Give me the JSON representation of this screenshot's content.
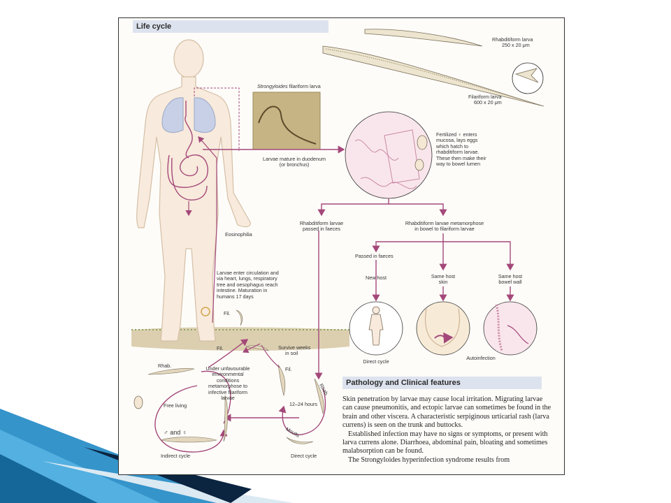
{
  "figure": {
    "section_life_cycle": "Life cycle",
    "section_pathology": "Pathology and Clinical features",
    "labels": {
      "rhabditiform_larva": "Rhabditiform larva",
      "rhabditiform_size": "250 x 20 μm",
      "filariform_larva": "Filariform larva",
      "filariform_size": "600 x 20 μm",
      "photo_caption_italic": "Strongyloides",
      "photo_caption_rest": " filariform larva",
      "larvae_mature_1": "Larvae mature in duodenum",
      "larvae_mature_2": "(or bronchus)",
      "fertilized_1": "Fertilized ♀ enters",
      "fertilized_2": "mucosa, lays eggs",
      "fertilized_3": "which hatch to",
      "fertilized_4": "rhabditiform larvae.",
      "fertilized_5": "These then make their",
      "fertilized_6": "way to bowel lumen",
      "rhab_passed_1": "Rhabditiform larvae",
      "rhab_passed_2": "passed in faeces",
      "rhab_meta_1": "Rhabditiform larvae metamorphose",
      "rhab_meta_2": "in bowel to filariform larvae",
      "passed_in_faeces": "Passed in faeces",
      "new_host": "New host",
      "same_host_skin_1": "Same host",
      "same_host_skin_2": "skin",
      "same_host_bowel_1": "Same host",
      "same_host_bowel_2": "bowel wall",
      "direct_cycle_caption": "Direct cycle",
      "autoinfection": "Autoinfection",
      "eosinophilia": "Eosinophilia",
      "circulation_1": "Larvae enter circulation and",
      "circulation_2": "via heart, lungs, respiratory",
      "circulation_3": "tree and oesophagus reach",
      "circulation_4": "intestine. Maturation in",
      "circulation_5": "humans 17 days",
      "fil_1": "Fil.",
      "fil_2": "Fil.",
      "fil_3": "Fil.",
      "rhab_1": "Rhab.",
      "rhab_2": "Rhab.",
      "survive_1": "Survive weeks",
      "survive_2": "in soil",
      "unfav_1": "Under unfavourable",
      "unfav_2": "environmental",
      "unfav_3": "conditions",
      "unfav_4": "metamorphose to",
      "unfav_5": "infective filariform",
      "unfav_6": "larvae",
      "free_living": "Free living",
      "male_female": "♂ and ♀",
      "hours": "12–24 hours",
      "moults": "Moults",
      "indirect_cycle": "Indirect cycle",
      "direct_cycle": "Direct cycle"
    },
    "paragraphs": [
      "Skin penetration by larvae may cause local irritation. Migrating larvae can cause pneumonitis, and ectopic larvae can sometimes be found in the brain and other viscera. A characteristic serpiginous urticarial rash (larva currens) is seen on the trunk and buttocks.",
      "Established infection may have no signs or symptoms, or present with larva currens alone. Diarrhoea, abdominal pain, bloating and sometimes malabsorption can be found.",
      "The Strongyloides hyperinfection syndrome results from"
    ]
  },
  "colors": {
    "arrow": "#a4487a",
    "skin": "#f8eadc",
    "lung": "#c7d0e6",
    "header_bg": "#dde3ee",
    "soil": "#dccfb0",
    "photo_bg": "#c6b484",
    "accent_dark": "#0b2440",
    "accent_blue": "#2a8ec7"
  }
}
